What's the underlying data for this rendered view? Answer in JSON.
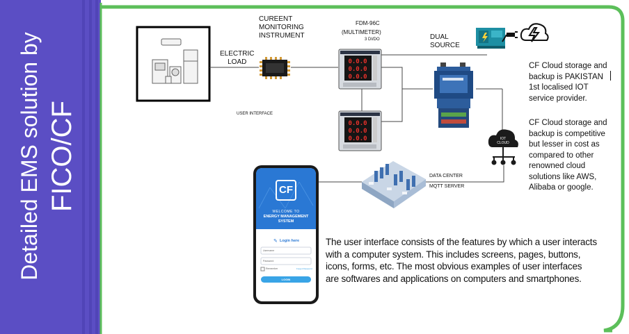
{
  "sidebar": {
    "title_line1": "Detailed EMS solution by",
    "title_line2": "FICO/CF"
  },
  "diagram": {
    "electric_load": "ELECTRIC\nLOAD",
    "cmi_label": "CUREENT\nMONITORING\nINSTRUMENT",
    "fdm_label": "FDM-96C",
    "multimeter_label": "(MULTIMETER)",
    "dido_label": "3 DI/DO",
    "dual_source": "DUAL\nSOURCE",
    "user_interface": "USER INTERFACE",
    "data_center": "DATA CENTER",
    "mqtt_server": "MQTT SERVER",
    "iot_cloud": "IOT\nCLOUD",
    "meter_values": [
      "0.0.0",
      "0.0.0",
      "0.0.0"
    ]
  },
  "notes": {
    "note1": "CF Cloud storage and backup is PAKISTAN 1st localised IOT service provider.",
    "note2": "CF Cloud storage and backup is competitive but lesser in cost as compared to other renowned cloud solutions like AWS, Alibaba or google.",
    "paragraph": "The user interface consists of the features by which a user interacts with a computer system. This includes screens, pages, buttons, icons, forms, etc. The most obvious examples of user interfaces are softwares and applications on computers and smartphones."
  },
  "phone": {
    "logo": "CF",
    "welcome": "WELCOME TO",
    "system_name": "ENERGY MANAGEMENT\nSYSTEM",
    "login_heading": "Login here",
    "username_placeholder": "Username",
    "password_placeholder": "Password",
    "remember_label": "Remember",
    "forgot_label": "Forgot Password",
    "login_button": "LOGIN"
  },
  "colors": {
    "sidebar": "#5b4ec4",
    "frame": "#5cbf5a",
    "phone_blue": "#2a78d4",
    "button_blue": "#39a4e6",
    "meter_red": "#e8312b"
  }
}
